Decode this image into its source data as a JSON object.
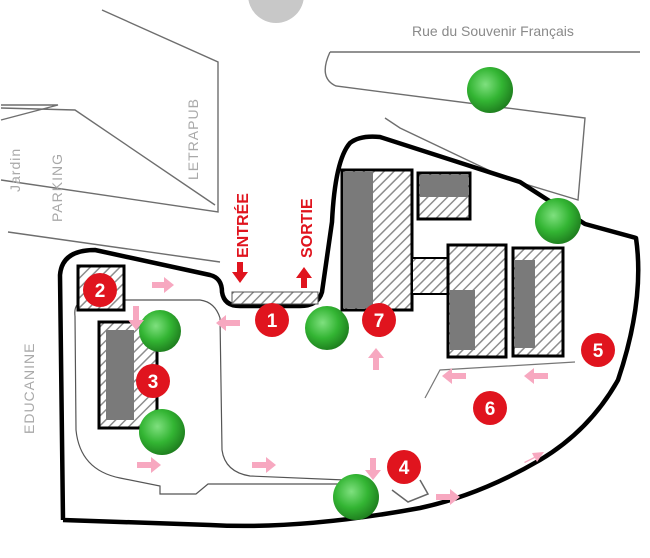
{
  "map": {
    "street_top": "Rue du Souvenir Français",
    "label_letrapub": "LETRAPUB",
    "label_jardin": "Jardin",
    "label_parking": "PARKING",
    "label_educanine": "EDUCANINE",
    "label_entree": "ENTRÉE",
    "label_sortie": "SORTIE",
    "markers": [
      "1",
      "2",
      "3",
      "4",
      "5",
      "6",
      "7"
    ]
  },
  "colors": {
    "marker_red": "#e0141e",
    "arrow_pink": "#f7a8c0",
    "tree_green": "#33b533",
    "building_gray": "#7a7a7a",
    "outline": "#000000"
  }
}
